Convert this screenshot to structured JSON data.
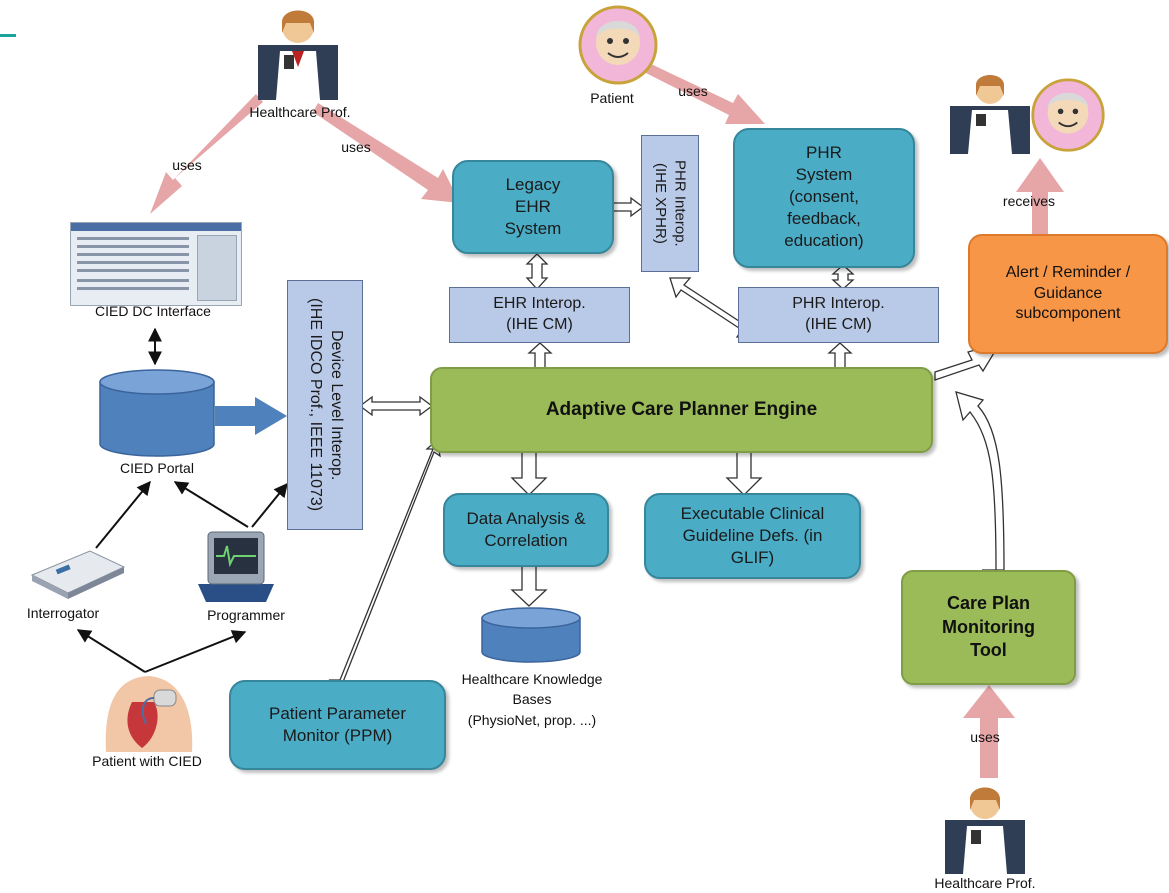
{
  "nodes": {
    "legacy_ehr": "Legacy\nEHR\nSystem",
    "phr_system": "PHR\nSystem\n(consent,\nfeedback,\neducation)",
    "phr_interop_xphr": "PHR Interop.\n(IHE XPHR)",
    "ehr_interop": "EHR Interop.\n(IHE CM)",
    "phr_interop_cm": "PHR Interop.\n(IHE CM)",
    "device_interop": "Device Level Interop.\n(IHE IDCO Prof., IEEE 11073)",
    "engine": "Adaptive Care Planner Engine",
    "alert": "Alert / Reminder /\nGuidance\nsubcomponent",
    "data_analysis": "Data Analysis &\nCorrelation",
    "clinical_guideline": "Executable Clinical\nGuideline Defs. (in\nGLIF)",
    "care_plan_tool": "Care Plan\nMonitoring\nTool",
    "ppm": "Patient Parameter\nMonitor (PPM)"
  },
  "labels": {
    "healthcare_prof_top": "Healthcare Prof.",
    "patient_top": "Patient",
    "healthcare_prof_bottom": "Healthcare Prof.",
    "cied_dc_interface": "CIED DC Interface",
    "cied_portal": "CIED Portal",
    "interrogator": "Interrogator",
    "programmer": "Programmer",
    "patient_with_cied": "Patient with CIED",
    "knowledge_bases": "Healthcare Knowledge\nBases\n(PhysioNet, prop. ...)"
  },
  "edges": {
    "uses_1": "uses",
    "uses_2": "uses",
    "uses_3": "uses",
    "uses_4": "uses",
    "receives": "receives"
  },
  "colors": {
    "teal_box": "#4bacc6",
    "interop_box": "#b9c9e8",
    "engine_green": "#9bbb59",
    "alert_orange": "#f79646",
    "uses_arrow_pink": "#e6a5a6",
    "portal_blue": "#4f81bd"
  }
}
